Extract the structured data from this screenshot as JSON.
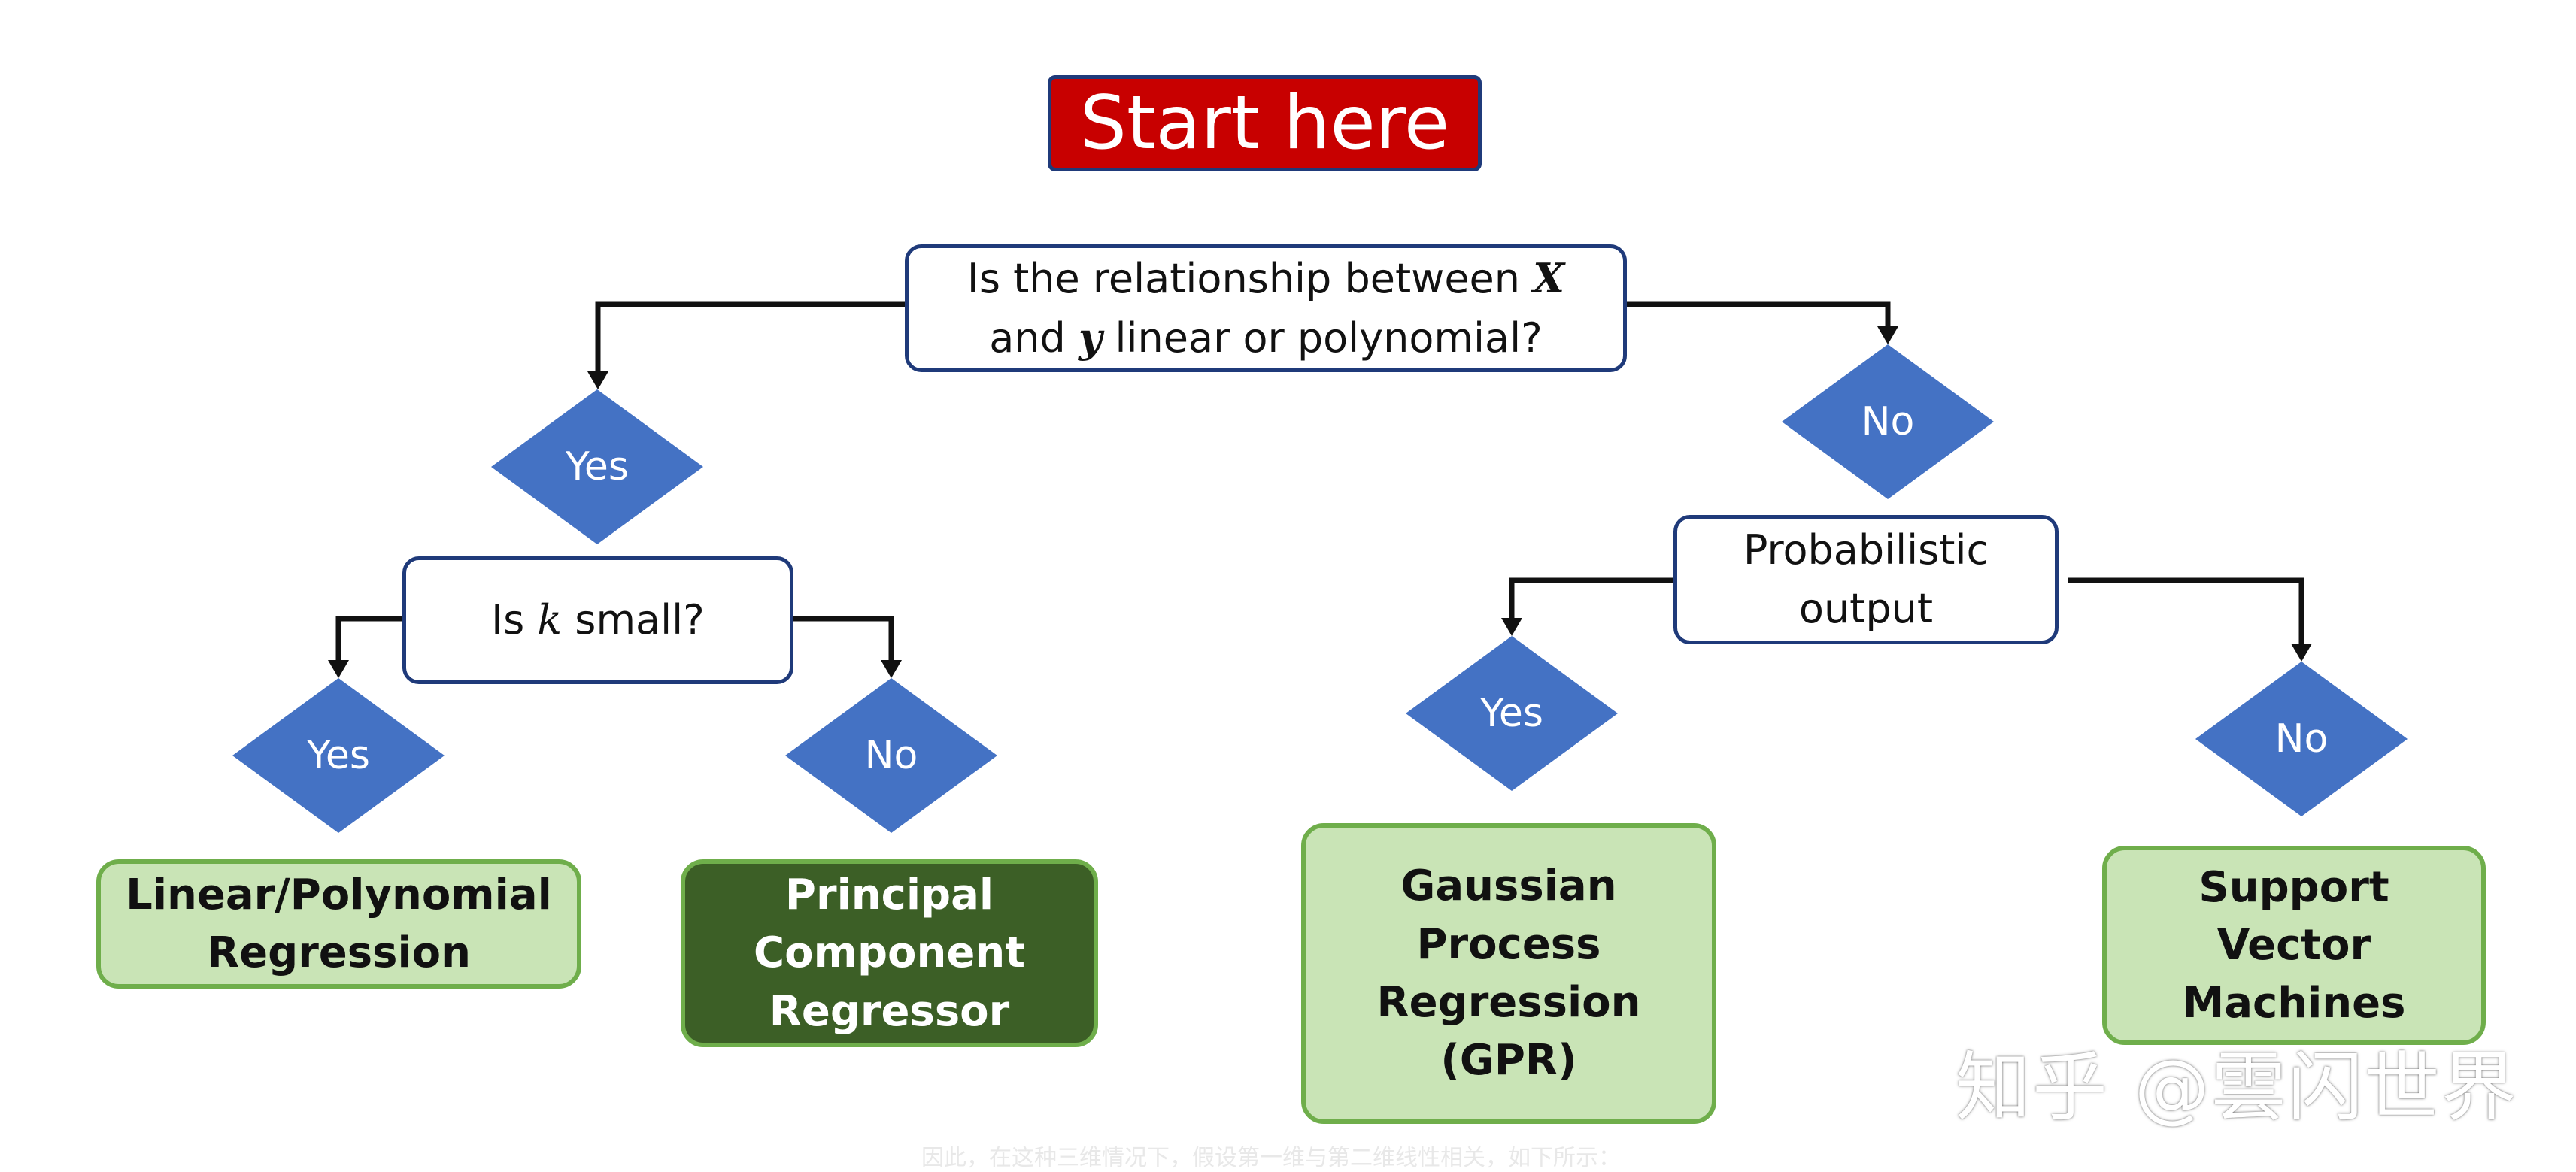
{
  "start": {
    "label": "Start here"
  },
  "q1": {
    "line1": "Is the relationship between ",
    "var1": "X",
    "line2_a": "and ",
    "var2": "y",
    "line2_b": " linear or polynomial?"
  },
  "q2": {
    "text_a": "Is ",
    "var": "k",
    "text_b": " small?"
  },
  "q3": {
    "line1": "Probabilistic",
    "line2": "output"
  },
  "diamonds": {
    "yes1": "Yes",
    "no1": "No",
    "yes2": "Yes",
    "no2": "No",
    "yes3": "Yes",
    "no3": "No"
  },
  "results": {
    "linear": {
      "line1": "Linear/Polynomial",
      "line2": "Regression"
    },
    "pcr": {
      "line1": "Principal",
      "line2": "Component",
      "line3": "Regressor"
    },
    "gpr": {
      "line1": "Gaussian",
      "line2": "Process",
      "line3": "Regression",
      "line4": "(GPR)"
    },
    "svm": {
      "line1": "Support",
      "line2": "Vector",
      "line3": "Machines"
    }
  },
  "watermark": "知乎 @雲闪世界",
  "caption": "因此，在这种三维情况下，假设第一维与第二维线性相关，如下所示：",
  "colors": {
    "diamond": "#4472c4",
    "question_border": "#1f3a7a",
    "start_fill": "#c80000",
    "result_light": "#c9e4b6",
    "result_dark": "#3c5f26",
    "result_border": "#6fae4b",
    "connector": "#111111"
  }
}
